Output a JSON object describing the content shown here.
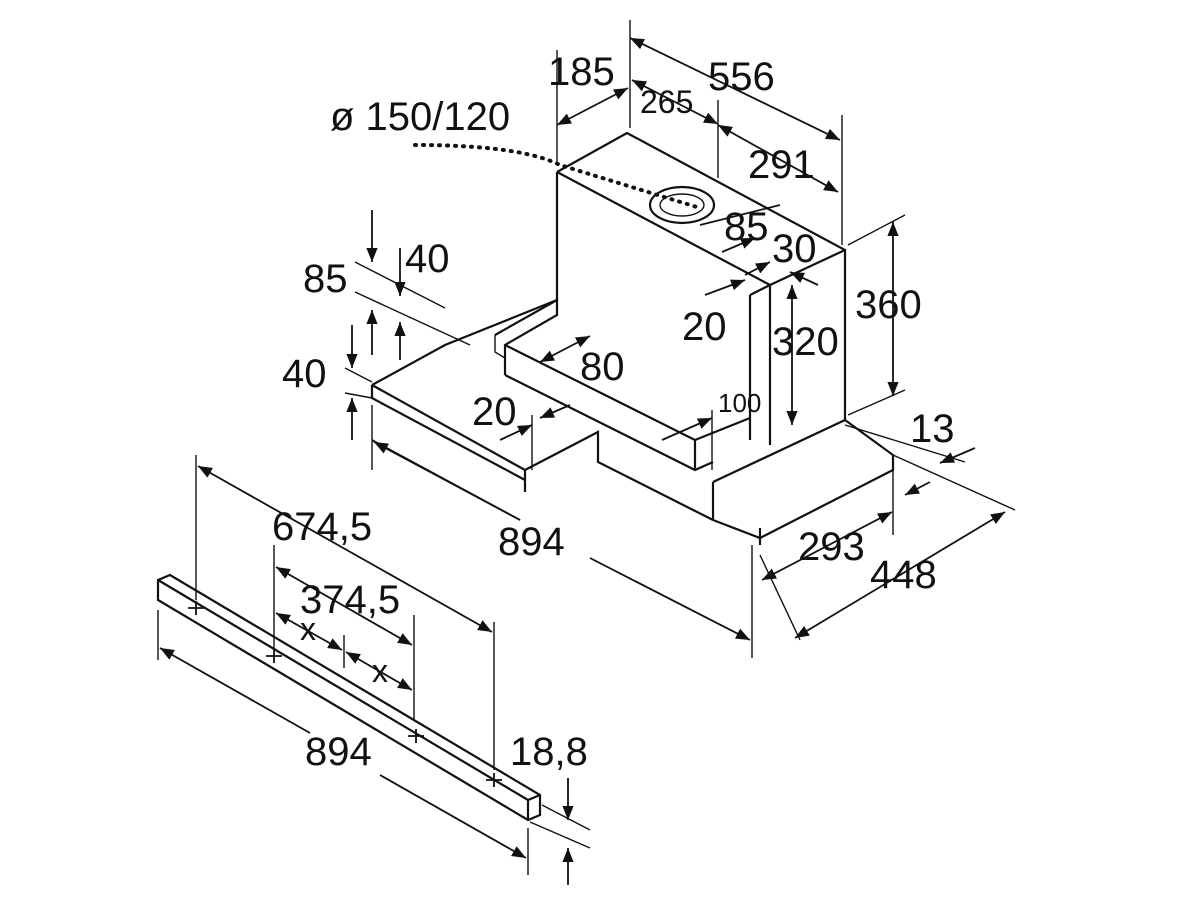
{
  "colors": {
    "ink": "#111111",
    "background": "#ffffff"
  },
  "hood": {
    "duct_diameter": "ø 150/120",
    "depth_total": "556",
    "offset_185": "185",
    "offset_265": "265",
    "offset_291": "291",
    "outlet_85": "85",
    "outlet_30": "30",
    "height_360": "360",
    "height_320": "320",
    "side_20": "20",
    "left_85": "85",
    "left_40_top": "40",
    "left_40_bottom": "40",
    "step_80": "80",
    "step_20": "20",
    "step_100": "100",
    "right_13": "13",
    "depth_293": "293",
    "depth_448": "448",
    "width_894": "894"
  },
  "trim": {
    "span_674_5": "674,5",
    "span_374_5": "374,5",
    "x_left": "x",
    "x_right": "x",
    "width_894": "894",
    "thickness": "18,8"
  }
}
